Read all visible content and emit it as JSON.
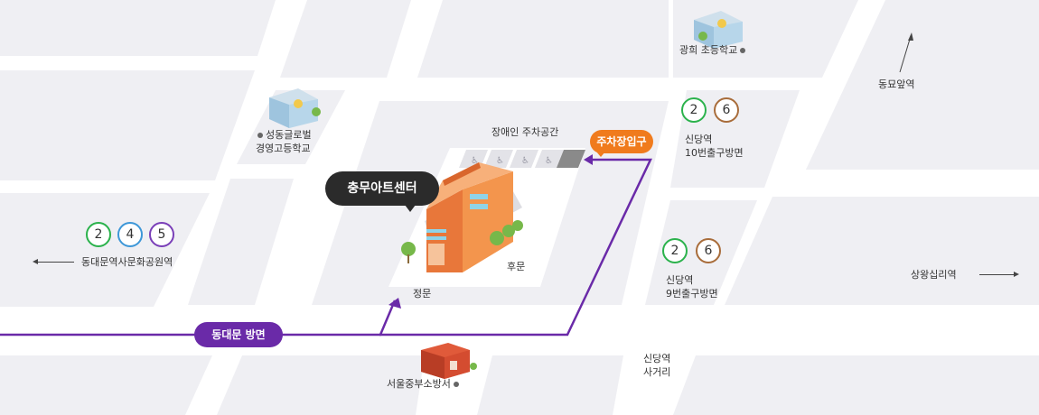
{
  "colors": {
    "background": "#ffffff",
    "block": "#efeff3",
    "route": "#6a2aa8",
    "line2": "#2bb24c",
    "line4": "#3d97d8",
    "line5": "#7a3fb8",
    "line6": "#a86c3a",
    "parking_tag": "#f07b1d",
    "label_dark": "#2b2b2b"
  },
  "landmarks": {
    "center": "충무아트센터",
    "parking_disabled": "장애인 주차공간",
    "parking_entrance": "주차장입구",
    "main_gate": "정문",
    "back_gate": "후문",
    "route": "동대문 방면"
  },
  "places": {
    "school_kwanghee": "광희 초등학교",
    "school_seongdong_1": "성동글로벌",
    "school_seongdong_2": "경영고등학교",
    "fire_station": "서울중부소방서",
    "dongmyo": "동묘앞역",
    "sangwang": "상왕십리역",
    "crossroad_1": "신당역",
    "crossroad_2": "사거리",
    "exit10_1": "신당역",
    "exit10_2": "10번출구방면",
    "exit9_1": "신당역",
    "exit9_2": "9번출구방면",
    "ddp": "동대문역사문화공원역"
  },
  "stations": {
    "ddp_lines": [
      "2",
      "4",
      "5"
    ],
    "exit10_lines": [
      "2",
      "6"
    ],
    "exit9_lines": [
      "2",
      "6"
    ]
  },
  "icons": [
    "school-icon",
    "fire-station-icon",
    "building-icon",
    "wheelchair-icon",
    "arrow-icon"
  ]
}
